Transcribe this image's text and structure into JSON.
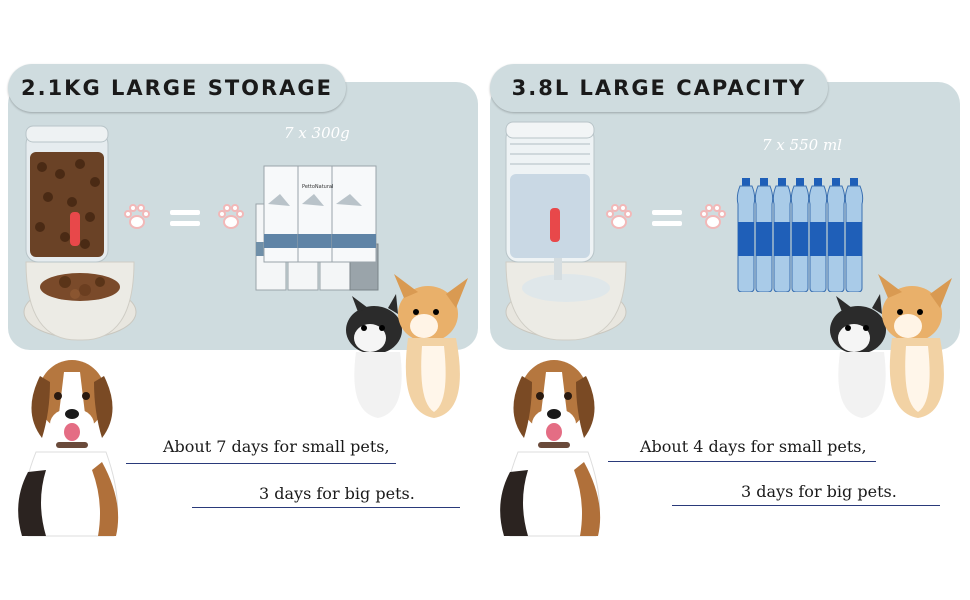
{
  "left_panel": {
    "title": "2.1KG LARGE STORAGE",
    "pack_label": "7 x 300g",
    "bag_brand": "PettoNatural",
    "caption_small": "About 7 days for small pets,",
    "caption_big": "3 days for big pets."
  },
  "right_panel": {
    "title": "3.8L LARGE CAPACITY",
    "pack_label": "7 x 550 ml",
    "caption_small": "About 4 days for small pets,",
    "caption_big": "3 days for big pets."
  },
  "icons": {
    "paw": "paw-icon",
    "equals": "equals-icon"
  },
  "colors": {
    "panel": "#cfdcdf",
    "underline": "#2a3a7a",
    "paw": "#f2b8b8",
    "bottle_blue": "#1f5fb8"
  }
}
